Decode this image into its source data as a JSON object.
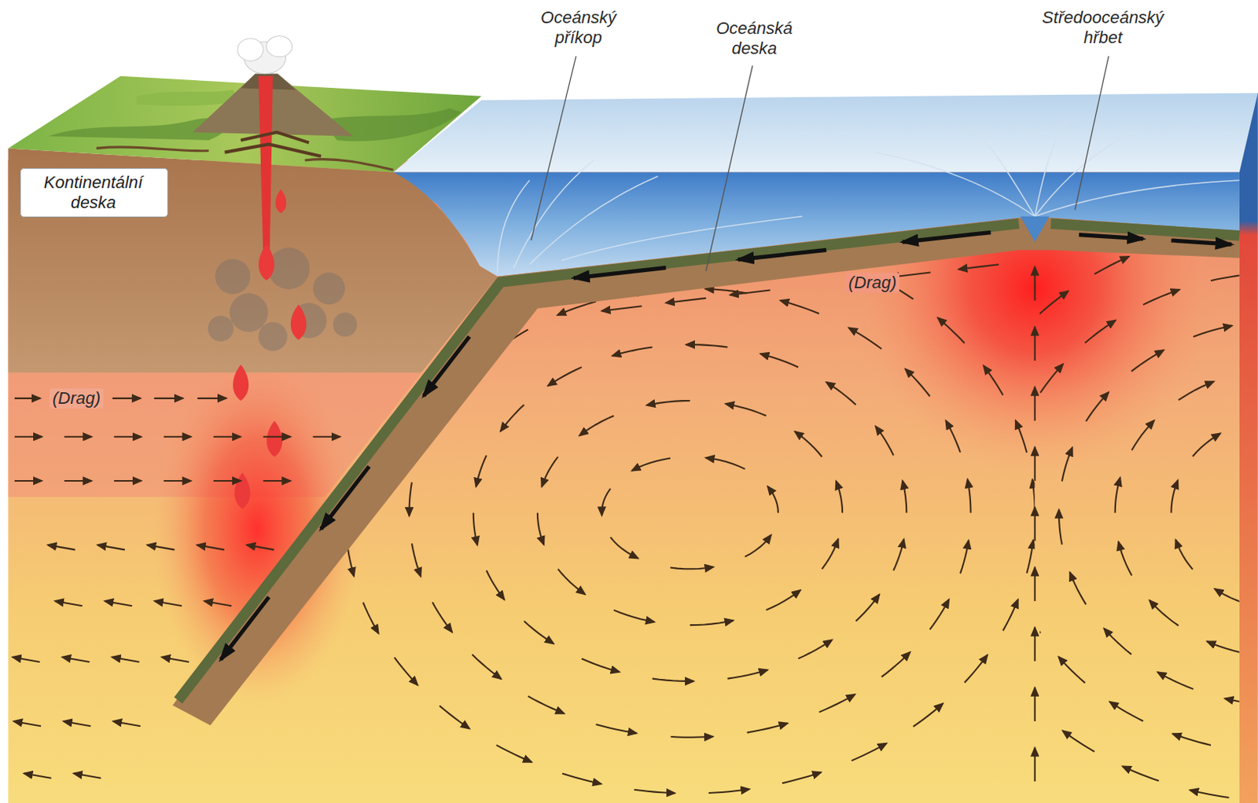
{
  "diagram": {
    "nodes": [
      {
        "text": [
          "Kontinentální deska"
        ]
      }
    ],
    "labels": [
      "Oceánský příkop",
      "Oceánská deska",
      "Středooceánský hřbet",
      "(Drag)",
      "(Drag)"
    ]
  }
}
